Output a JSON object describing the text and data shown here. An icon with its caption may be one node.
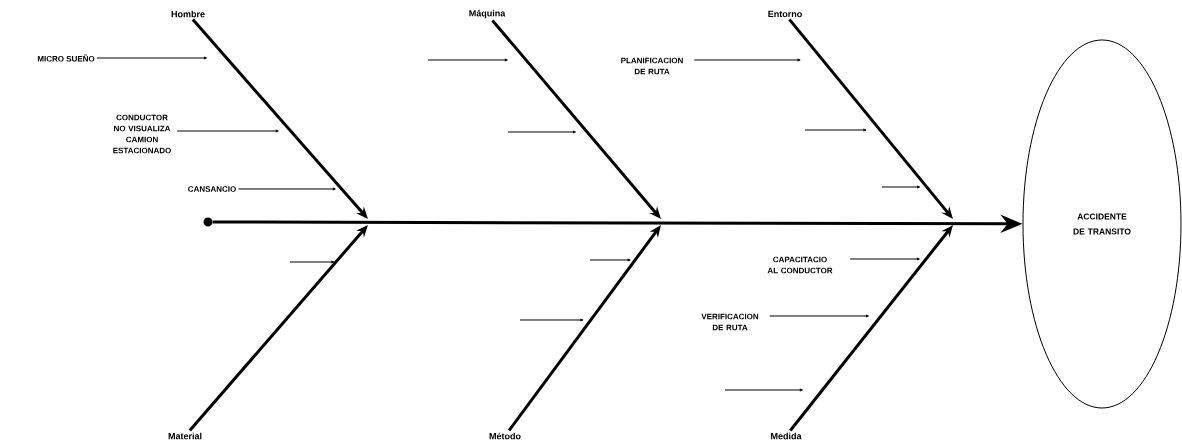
{
  "diagram": {
    "nodes": [
      {
        "text": [
          "Hombre"
        ]
      },
      {
        "text": [
          "Máquina"
        ]
      },
      {
        "text": [
          "Entorno"
        ]
      },
      {
        "text": [
          "MICRO SUEÑO"
        ]
      },
      {
        "text": [
          "CONDUCTOR NO VISUALIZA CAMION ESTACIONADO"
        ]
      },
      {
        "text": [
          "CANSANCIO"
        ]
      },
      {
        "text": [
          "PLANIFICACION DE RUTA"
        ]
      },
      {
        "text": [],
        "shape": "circle"
      },
      {
        "text": [
          "ACCIDENTE DE TRANSITO"
        ]
      },
      {
        "text": [
          "CAPACITACIO AL CONDUCTOR"
        ]
      },
      {
        "text": [
          "VERIFICACION DE RUTA"
        ]
      },
      {
        "text": [
          "Material"
        ]
      },
      {
        "text": [
          "Método"
        ]
      },
      {
        "text": [
          "Medida"
        ]
      }
    ],
    "edges": [
      {
        "from": 7,
        "to": 8,
        "arrow": "to"
      },
      {
        "from": 0,
        "to": null,
        "arrow": "to"
      },
      {
        "from": 1,
        "to": null,
        "arrow": "to"
      },
      {
        "from": 2,
        "to": null,
        "arrow": "to"
      },
      {
        "from": 11,
        "to": null,
        "arrow": "to"
      },
      {
        "from": 12,
        "to": null,
        "arrow": "to"
      },
      {
        "from": 13,
        "to": null,
        "arrow": "to"
      },
      {
        "from": 3,
        "to": null,
        "arrow": "to"
      },
      {
        "from": 4,
        "to": null,
        "arrow": "to"
      },
      {
        "from": 5,
        "to": null,
        "arrow": "to"
      },
      {
        "from": 6,
        "to": null,
        "arrow": "to"
      },
      {
        "from": 9,
        "to": null,
        "arrow": "to"
      },
      {
        "from": 10,
        "to": null,
        "arrow": "to"
      }
    ]
  }
}
